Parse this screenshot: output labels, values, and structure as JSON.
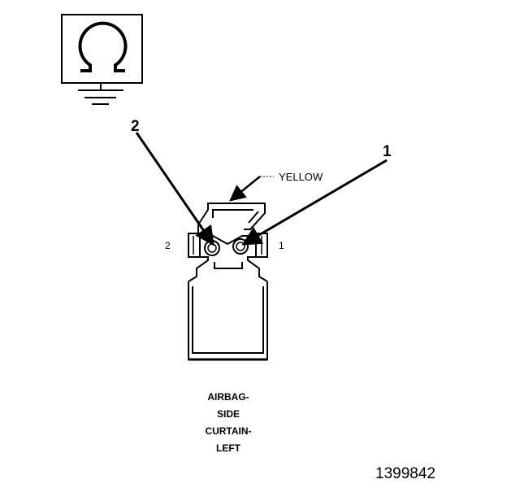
{
  "ohmmeter": {
    "icon": "ohmmeter-ground-icon"
  },
  "pointers": [
    {
      "number": "2"
    },
    {
      "number": "1"
    }
  ],
  "wire_color_label": "YELLOW",
  "terminal_labels": {
    "left": "2",
    "right": "1"
  },
  "component_label": [
    "AIRBAG-",
    "SIDE",
    "CURTAIN-",
    "LEFT"
  ],
  "figure_number": "1399842",
  "colors": {
    "ink": "#000000",
    "background": "#ffffff"
  }
}
